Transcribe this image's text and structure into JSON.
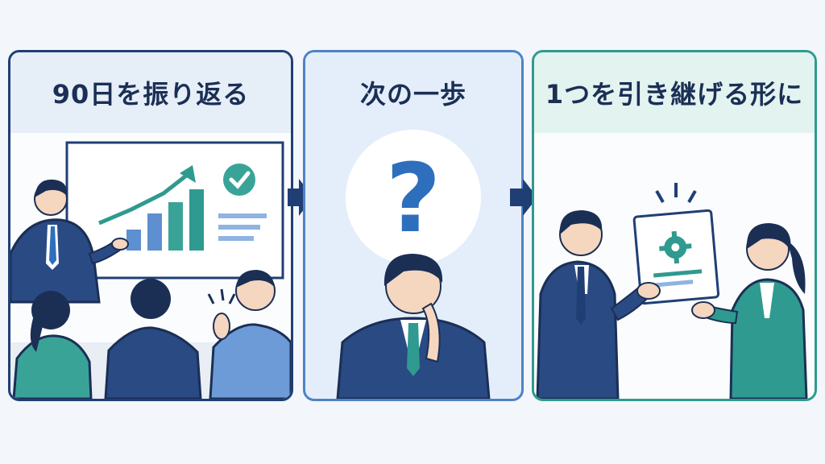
{
  "panels": [
    {
      "title": "90日を振り返る"
    },
    {
      "title": "次の一歩"
    },
    {
      "title": "1つを引き継げる形に"
    }
  ],
  "colors": {
    "navy": "#1f3f74",
    "blue": "#4f82c6",
    "teal": "#2f9a8f",
    "question": "#2e6fbd"
  },
  "icons": [
    "check-icon",
    "question-mark-icon",
    "gear-icon",
    "arrow-right-icon",
    "growth-arrow-icon"
  ]
}
